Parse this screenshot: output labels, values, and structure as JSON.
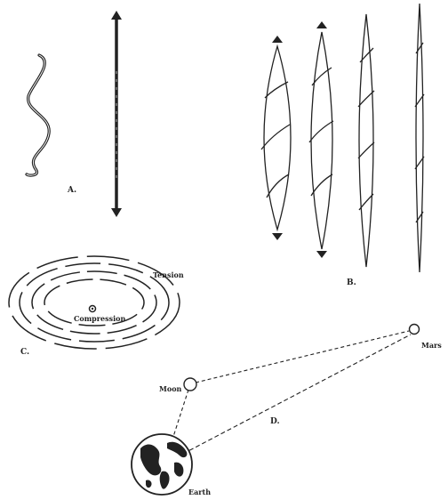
{
  "panels": {
    "a": "A.",
    "b": "B.",
    "c": "C.",
    "d": "D."
  },
  "labels": {
    "tension": "Tension",
    "compression": "Compression",
    "moon": "Moon",
    "mars": "Mars",
    "earth": "Earth"
  },
  "colors": {
    "ink": "#222222",
    "paper": "#ffffff"
  }
}
